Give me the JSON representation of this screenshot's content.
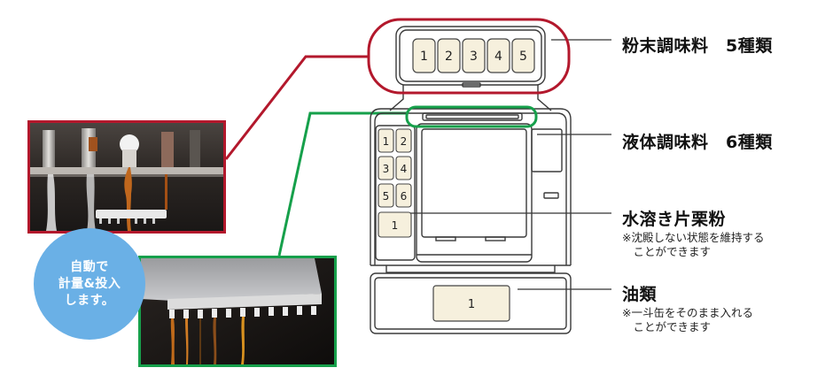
{
  "labels": {
    "powder_seasoning": "粉末調味料　5種類",
    "liquid_seasoning": "液体調味料　6種類",
    "starch": "水溶き片栗粉",
    "starch_note": "※沈殿しない状態を維持する\n　ことができます",
    "oil": "油類",
    "oil_note": "※一斗缶をそのまま入れる\n　ことができます"
  },
  "callout": {
    "text": "自動で\n計量&投入\nします。"
  },
  "machine": {
    "powder_slots": [
      "1",
      "2",
      "3",
      "4",
      "5"
    ],
    "liquid_slots": [
      "1",
      "2",
      "3",
      "4",
      "5",
      "6"
    ],
    "starch_slot": "1",
    "oil_slot": "1"
  },
  "colors": {
    "red_highlight": "#b3182c",
    "green_highlight": "#16a04b",
    "bubble": "#6ab0e6",
    "slot_fill": "#f6f0dd",
    "machine_line": "#3a3a3a"
  }
}
